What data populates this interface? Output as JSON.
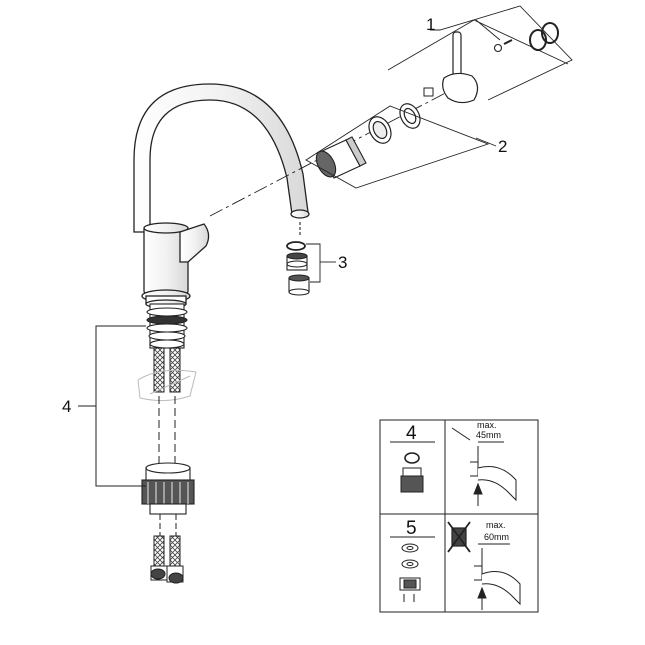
{
  "callouts": {
    "c1": "1",
    "c2": "2",
    "c3": "3",
    "c4": "4"
  },
  "table": {
    "row1": {
      "number": "4",
      "max_label": "max.",
      "max_value": "45mm"
    },
    "row2": {
      "number": "5",
      "max_label": "max.",
      "max_value": "60mm"
    }
  }
}
